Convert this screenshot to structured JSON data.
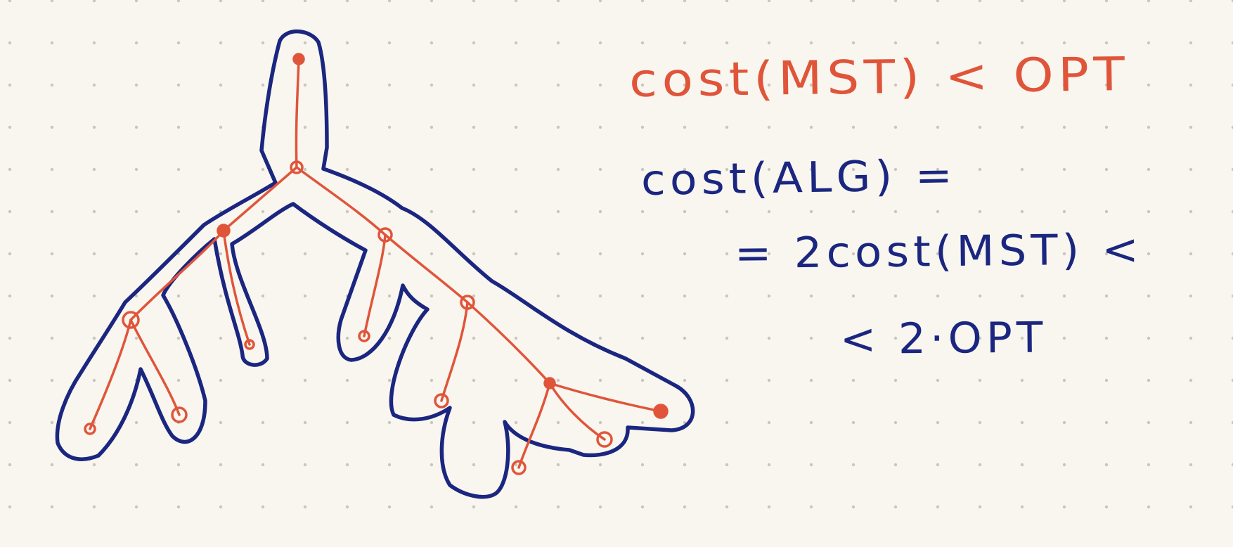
{
  "colors": {
    "background": "#f8f6ef",
    "grid_dot": "#c9c6bd",
    "tree_red": "#e0553a",
    "outline_blue": "#1b2680"
  },
  "notes": {
    "line1": "cost(MST) < OPT",
    "line2": "cost(ALG) =",
    "line3": "= 2cost(MST) <",
    "line4": "< 2·OPT"
  }
}
